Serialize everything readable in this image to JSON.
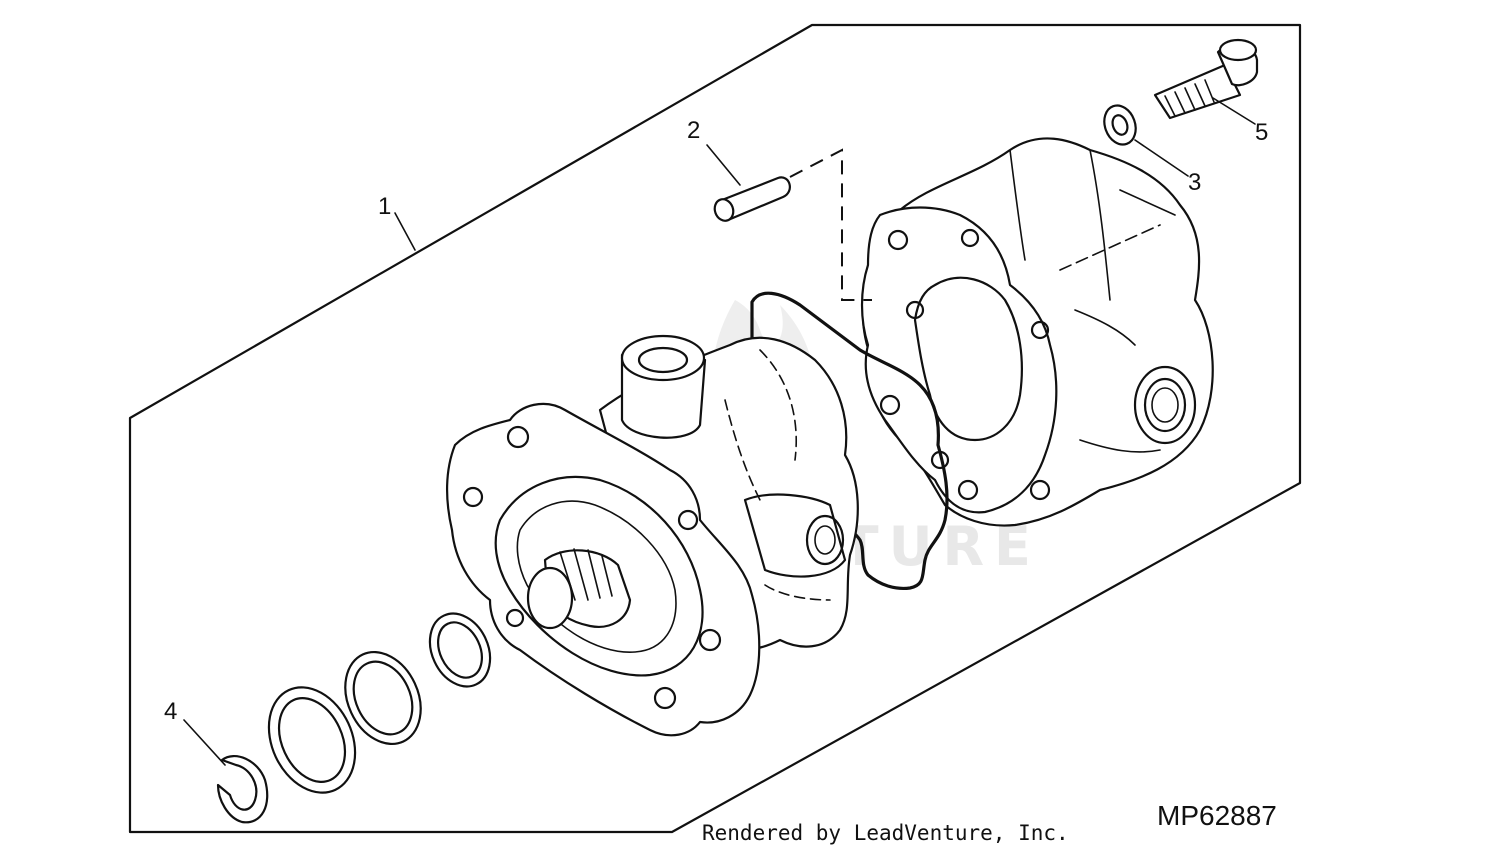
{
  "diagram": {
    "callouts": [
      {
        "id": "1",
        "label": "1"
      },
      {
        "id": "2",
        "label": "2"
      },
      {
        "id": "3",
        "label": "3"
      },
      {
        "id": "4",
        "label": "4"
      },
      {
        "id": "5",
        "label": "5"
      }
    ],
    "reference_code": "MP62887",
    "credit": "Rendered by LeadVenture, Inc.",
    "watermark": "LEADVENTURE"
  }
}
